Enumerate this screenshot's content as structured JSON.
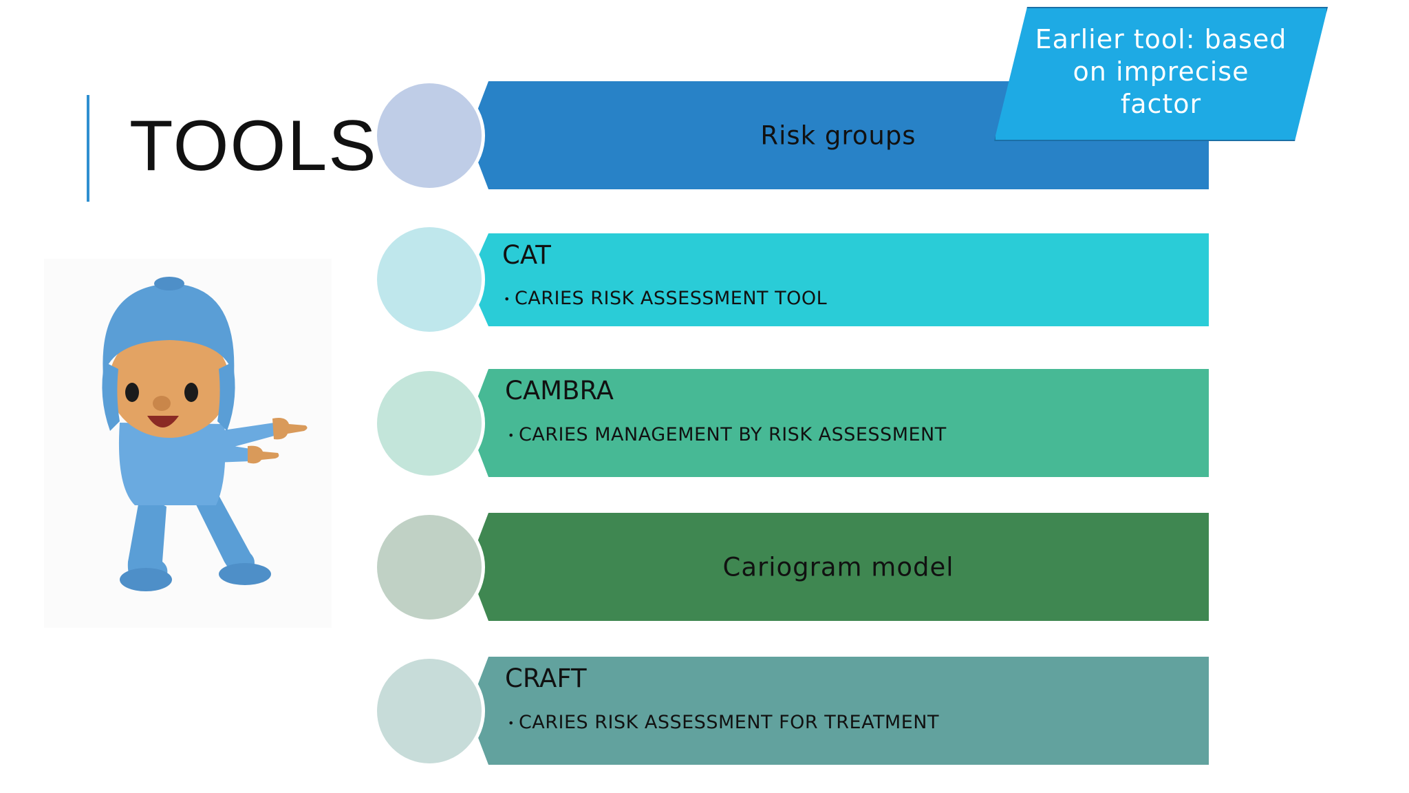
{
  "slide": {
    "title": "TOOLS"
  },
  "tools": [
    {
      "heading": "Risk groups",
      "subtitle": ""
    },
    {
      "heading": "CAT",
      "subtitle": "CARIES RISK ASSESSMENT TOOL"
    },
    {
      "heading": "CAMBRA",
      "subtitle": "CARIES MANAGEMENT BY RISK ASSESSMENT"
    },
    {
      "heading": "Cariogram model",
      "subtitle": ""
    },
    {
      "heading": "CRAFT",
      "subtitle": "CARIES RISK ASSESSMENT FOR TREATMENT"
    }
  ],
  "callout": {
    "text": "Earlier tool: based on imprecise factor"
  },
  "colors": {
    "risk_groups": "#2882c7",
    "cat": "#2accd7",
    "cambra": "#47b995",
    "cariogram": "#3f8751",
    "craft": "#62a29e",
    "callout": "#1eaae4"
  },
  "images": {
    "mascot": "cartoon-boy-pointing"
  }
}
